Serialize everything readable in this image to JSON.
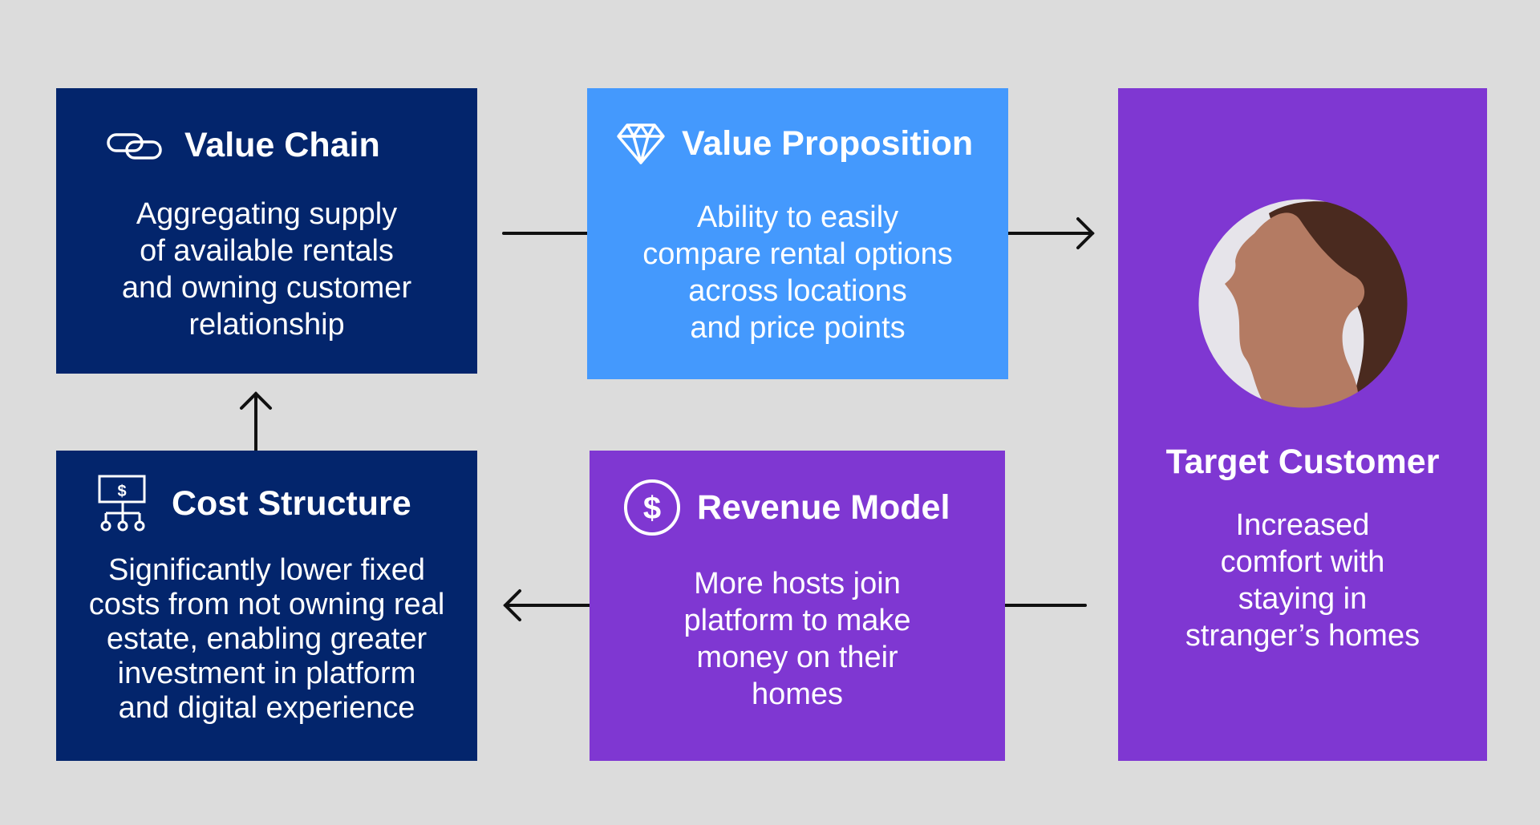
{
  "colors": {
    "background": "#dcdcdc",
    "navy": "#03256c",
    "blue": "#4499fd",
    "purple": "#7f37d2",
    "text": "#ffffff",
    "arrow": "#111111"
  },
  "cards": {
    "value_chain": {
      "title": "Value Chain",
      "icon": "chain-link-icon",
      "body": "Aggregating supply\nof available rentals\nand owning customer\nrelationship"
    },
    "value_proposition": {
      "title": "Value Proposition",
      "icon": "diamond-icon",
      "body": "Ability to easily\ncompare rental options\nacross locations\nand price points"
    },
    "target_customer": {
      "title": "Target Customer",
      "icon": "customer-portrait-icon",
      "body": "Increased\ncomfort with\nstaying in\nstranger’s homes"
    },
    "revenue_model": {
      "title": "Revenue Model",
      "icon": "dollar-circle-icon",
      "body": "More hosts join\nplatform to make\nmoney on their\nhomes"
    },
    "cost_structure": {
      "title": "Cost Structure",
      "icon": "cost-hierarchy-icon",
      "body": "Significantly lower fixed\ncosts from not owning real\nestate, enabling greater\ninvestment in platform\nand digital experience"
    }
  },
  "flow": [
    {
      "from": "Value Chain",
      "to": "Value Proposition"
    },
    {
      "from": "Value Proposition",
      "to": "Target Customer"
    },
    {
      "from": "Target Customer",
      "to": "Revenue Model"
    },
    {
      "from": "Revenue Model",
      "to": "Cost Structure"
    },
    {
      "from": "Cost Structure",
      "to": "Value Chain"
    }
  ]
}
